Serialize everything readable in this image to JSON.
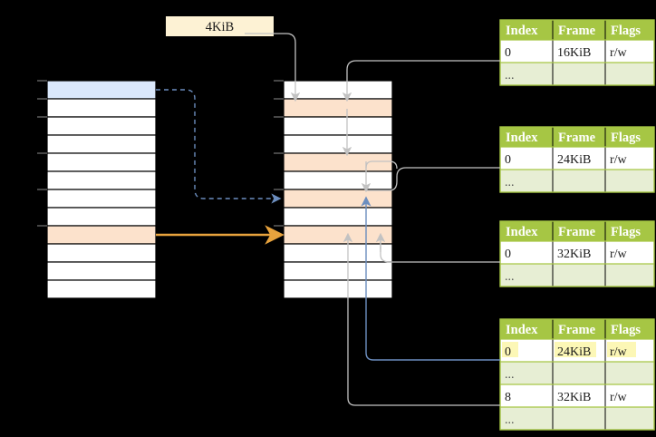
{
  "diagram": {
    "title_tag": {
      "label": "4KiB"
    },
    "colors": {
      "background": "#000000",
      "row_fill_white": "#ffffff",
      "row_fill_blue": "#dae8fc",
      "row_fill_peach": "#fce2cc",
      "table_header_green": "#a6c644",
      "table_row_alt_green": "#e7eed4",
      "highlight_yellow": "#fcf7b6",
      "tag_fill": "#fdf2d4",
      "stroke_black": "#000000",
      "stroke_gray": "#b3b3b3",
      "arrow_blue": "#6c8ebf",
      "arrow_orange": "#e8a33d",
      "line_blue": "#6c8ebf"
    },
    "left_column": {
      "name": "virtual-address-column",
      "row_count": 12,
      "rows": [
        {
          "index": 0,
          "fill": "blue",
          "label": ""
        },
        {
          "index": 1,
          "fill": "white",
          "label": ""
        },
        {
          "index": 2,
          "fill": "white",
          "label": ""
        },
        {
          "index": 3,
          "fill": "white",
          "label": ""
        },
        {
          "index": 4,
          "fill": "white",
          "label": ""
        },
        {
          "index": 5,
          "fill": "white",
          "label": ""
        },
        {
          "index": 6,
          "fill": "white",
          "label": ""
        },
        {
          "index": 7,
          "fill": "white",
          "label": ""
        },
        {
          "index": 8,
          "fill": "peach",
          "label": ""
        },
        {
          "index": 9,
          "fill": "white",
          "label": ""
        },
        {
          "index": 10,
          "fill": "white",
          "label": ""
        },
        {
          "index": 11,
          "fill": "white",
          "label": ""
        }
      ]
    },
    "middle_column": {
      "name": "physical-memory-column",
      "row_count": 12,
      "rows": [
        {
          "index": 0,
          "fill": "white",
          "label": ""
        },
        {
          "index": 1,
          "fill": "peach",
          "label": ""
        },
        {
          "index": 2,
          "fill": "white",
          "label": ""
        },
        {
          "index": 3,
          "fill": "white",
          "label": ""
        },
        {
          "index": 4,
          "fill": "peach",
          "label": ""
        },
        {
          "index": 5,
          "fill": "white",
          "label": ""
        },
        {
          "index": 6,
          "fill": "peach",
          "label": ""
        },
        {
          "index": 7,
          "fill": "white",
          "label": ""
        },
        {
          "index": 8,
          "fill": "peach",
          "label": ""
        },
        {
          "index": 9,
          "fill": "white",
          "label": ""
        },
        {
          "index": 10,
          "fill": "white",
          "label": ""
        },
        {
          "index": 11,
          "fill": "white",
          "label": ""
        }
      ]
    },
    "tables": [
      {
        "name": "page-table-1",
        "headers": [
          "Index",
          "Frame",
          "Flags"
        ],
        "rows": [
          {
            "cells": [
              "0",
              "16KiB",
              "r/w"
            ],
            "style": "plain"
          },
          {
            "cells": [
              "...",
              "",
              ""
            ],
            "style": "alt"
          }
        ]
      },
      {
        "name": "page-table-2",
        "headers": [
          "Index",
          "Frame",
          "Flags"
        ],
        "rows": [
          {
            "cells": [
              "0",
              "24KiB",
              "r/w"
            ],
            "style": "plain"
          },
          {
            "cells": [
              "...",
              "",
              ""
            ],
            "style": "alt"
          }
        ]
      },
      {
        "name": "page-table-3",
        "headers": [
          "Index",
          "Frame",
          "Flags"
        ],
        "rows": [
          {
            "cells": [
              "0",
              "32KiB",
              "r/w"
            ],
            "style": "plain"
          },
          {
            "cells": [
              "...",
              "",
              ""
            ],
            "style": "alt"
          }
        ]
      },
      {
        "name": "page-table-4",
        "headers": [
          "Index",
          "Frame",
          "Flags"
        ],
        "rows": [
          {
            "cells": [
              "0",
              "24KiB",
              "r/w"
            ],
            "style": "highlight"
          },
          {
            "cells": [
              "...",
              "",
              ""
            ],
            "style": "alt"
          },
          {
            "cells": [
              "8",
              "32KiB",
              "r/w"
            ],
            "style": "plain"
          },
          {
            "cells": [
              "...",
              "",
              ""
            ],
            "style": "alt"
          }
        ]
      }
    ]
  }
}
